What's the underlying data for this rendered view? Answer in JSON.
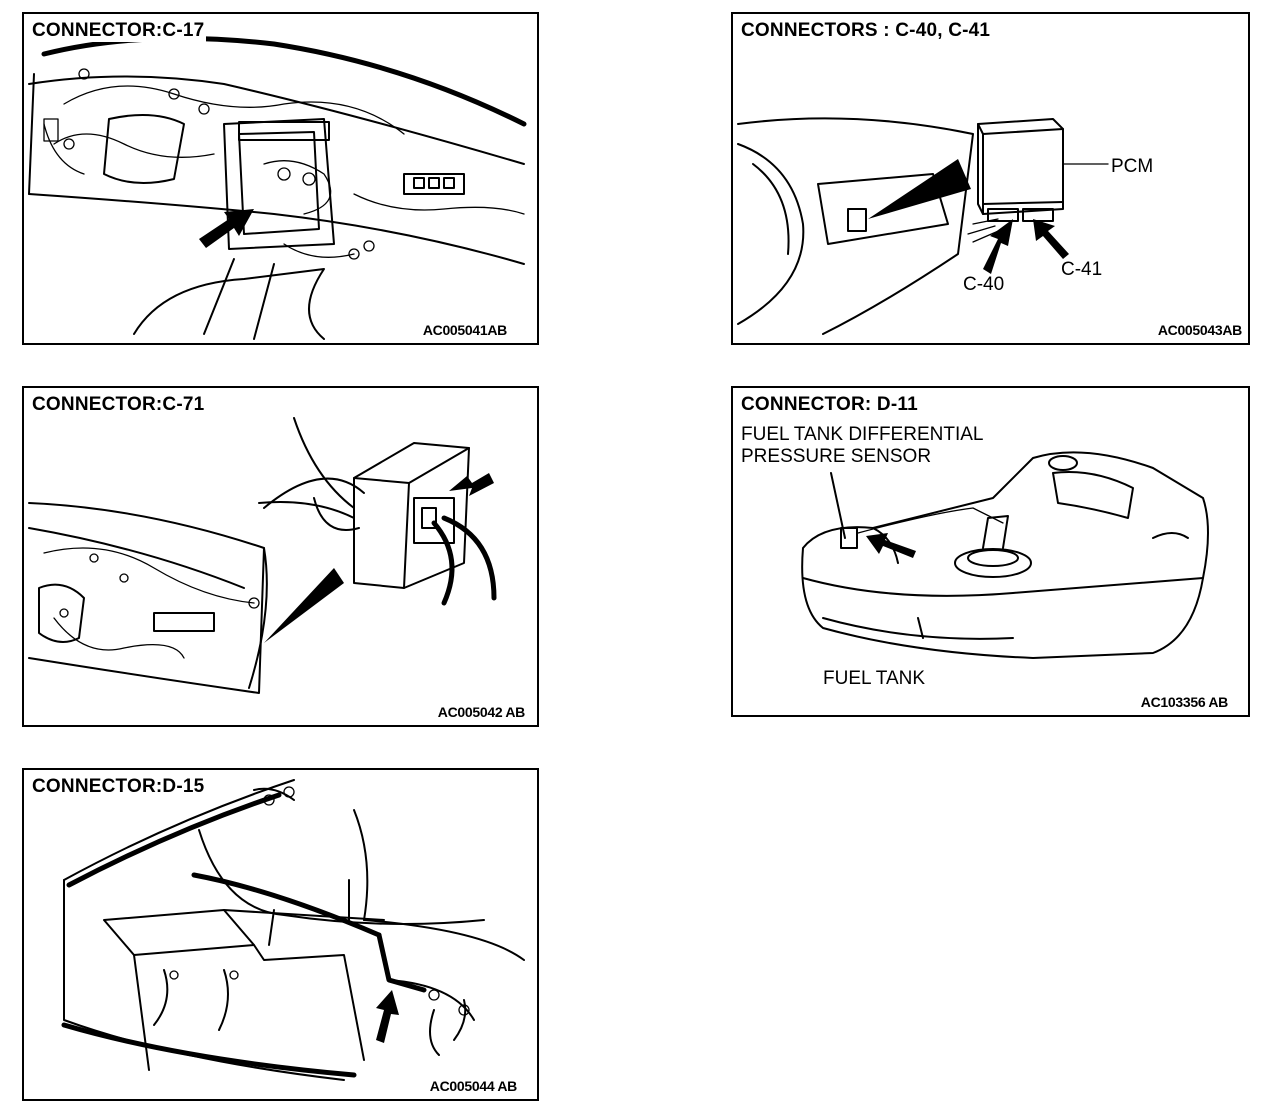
{
  "panels": {
    "c17": {
      "title": "CONNECTOR:C-17",
      "code": "AC005041AB"
    },
    "c40": {
      "title": "CONNECTORS : C-40, C-41",
      "code": "AC005043AB",
      "labels": {
        "pcm": "PCM",
        "c40": "C-40",
        "c41": "C-41"
      }
    },
    "c71": {
      "title": "CONNECTOR:C-71",
      "code": "AC005042 AB"
    },
    "d11": {
      "title": "CONNECTOR: D-11",
      "code": "AC103356 AB",
      "labels": {
        "sensor_line1": "FUEL TANK DIFFERENTIAL",
        "sensor_line2": "PRESSURE SENSOR",
        "tank": "FUEL TANK"
      }
    },
    "d15": {
      "title": "CONNECTOR:D-15",
      "code": "AC005044 AB"
    }
  }
}
